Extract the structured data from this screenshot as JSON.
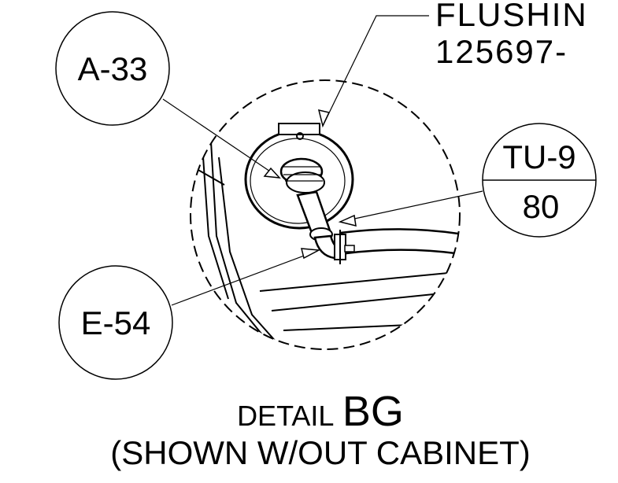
{
  "callouts": {
    "flushing_line1": "FLUSHIN",
    "flushing_line2": "125697-",
    "a33": "A-33",
    "tu_top": "TU-9",
    "tu_bottom": "80",
    "e54": "E-54"
  },
  "caption": {
    "detail_prefix": "DETAIL",
    "detail_id": "BG",
    "note": "(SHOWN W/OUT CABINET)"
  }
}
